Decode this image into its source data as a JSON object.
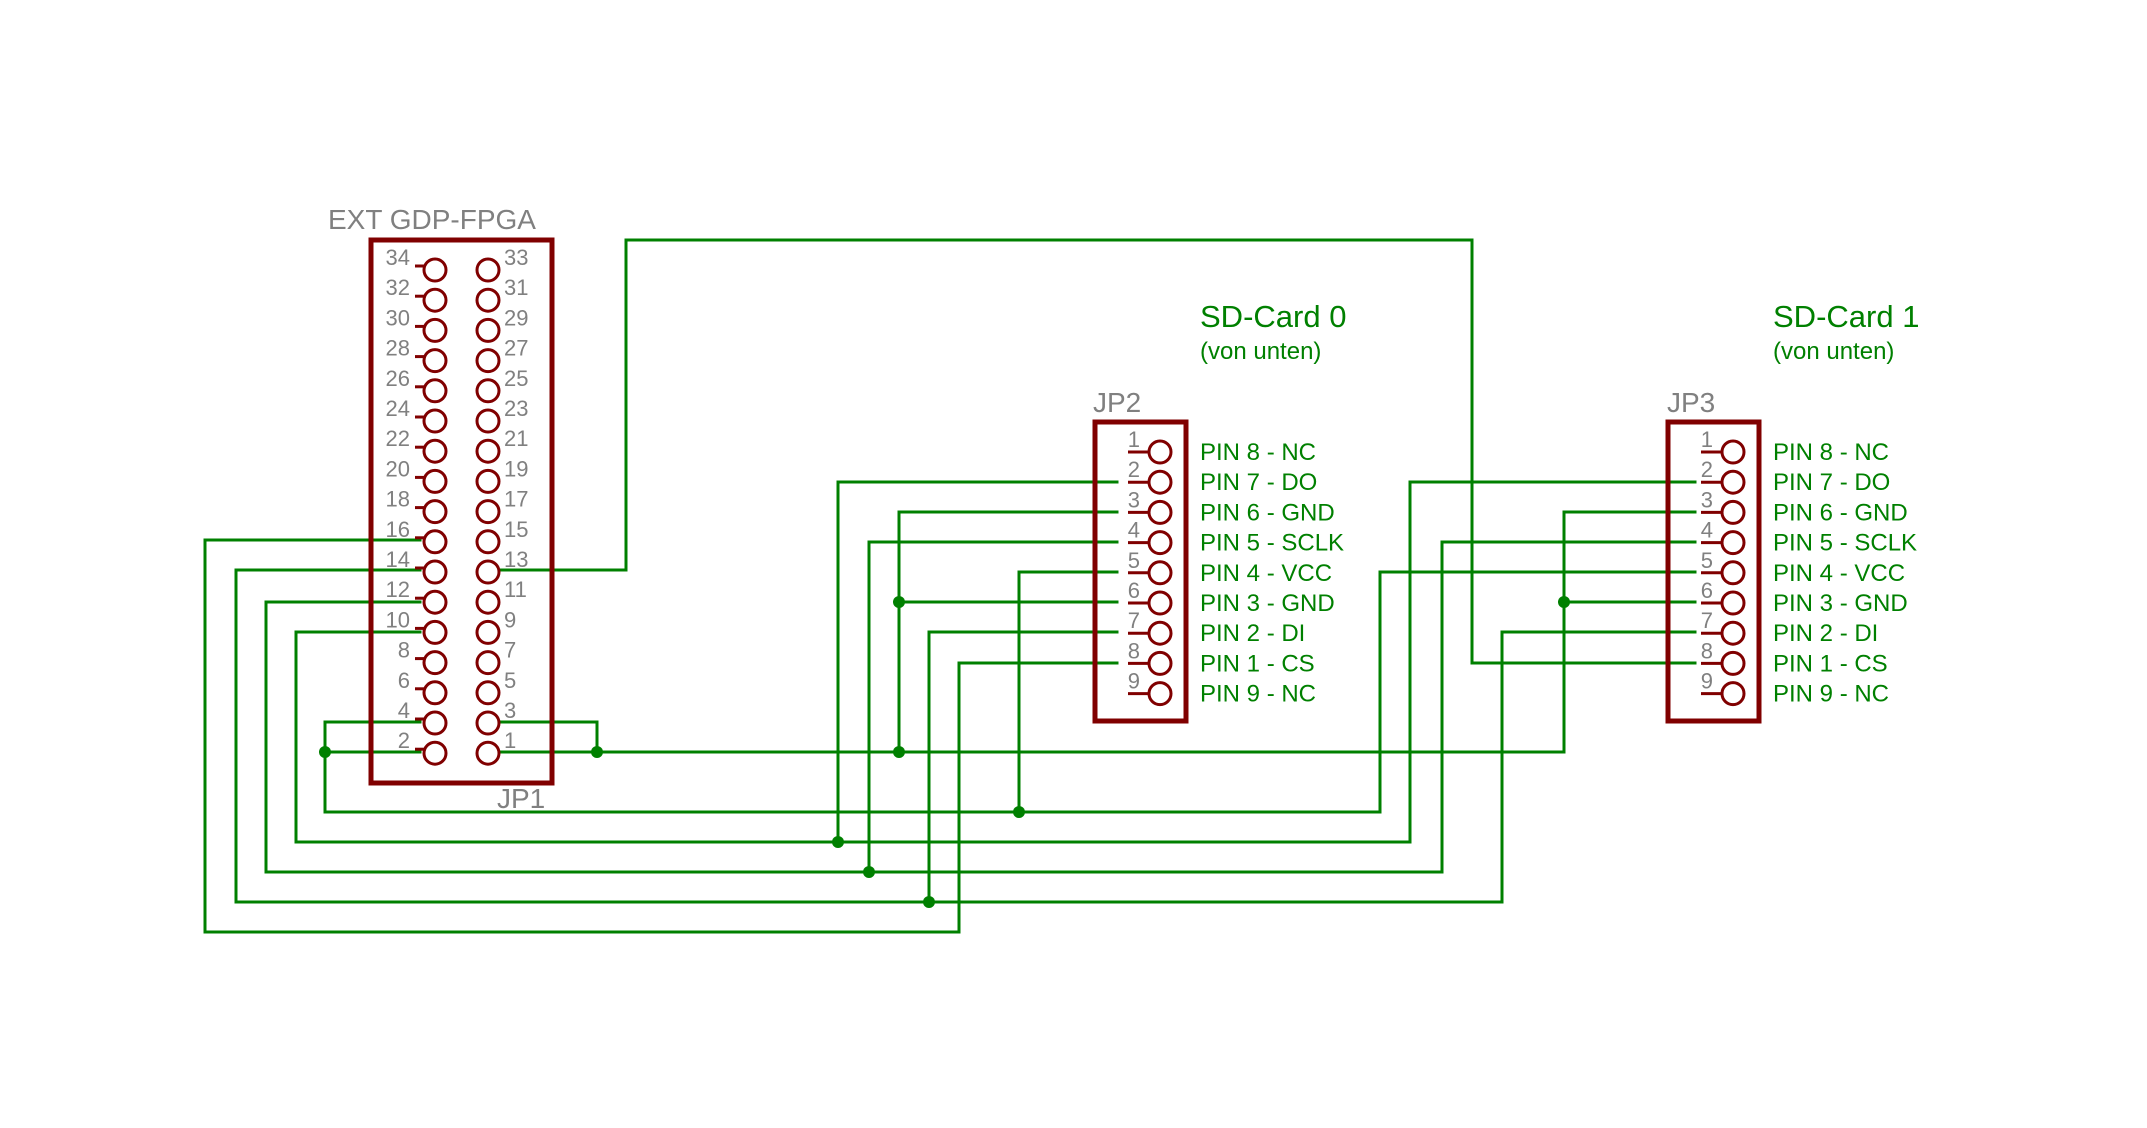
{
  "jp1": {
    "header_name": "EXT GDP-FPGA",
    "ref": "JP1",
    "left_pins": [
      "34",
      "32",
      "30",
      "28",
      "26",
      "24",
      "22",
      "20",
      "18",
      "16",
      "14",
      "12",
      "10",
      "8",
      "6",
      "4",
      "2"
    ],
    "right_pins": [
      "33",
      "31",
      "29",
      "27",
      "25",
      "23",
      "21",
      "19",
      "17",
      "15",
      "13",
      "11",
      "9",
      "7",
      "5",
      "3",
      "1"
    ]
  },
  "jp2": {
    "ref": "JP2",
    "title": "SD-Card 0",
    "subtitle": "(von unten)",
    "pins": [
      "1",
      "2",
      "3",
      "4",
      "5",
      "6",
      "7",
      "8",
      "9"
    ],
    "labels": [
      "PIN 8 - NC",
      "PIN 7 - DO",
      "PIN 6 - GND",
      "PIN 5 - SCLK",
      "PIN 4 - VCC",
      "PIN 3 - GND",
      "PIN 2 - DI",
      "PIN 1 - CS",
      "PIN 9 - NC"
    ]
  },
  "jp3": {
    "ref": "JP3",
    "title": "SD-Card 1",
    "subtitle": "(von unten)",
    "pins": [
      "1",
      "2",
      "3",
      "4",
      "5",
      "6",
      "7",
      "8",
      "9"
    ],
    "labels": [
      "PIN 8 - NC",
      "PIN 7 - DO",
      "PIN 6 - GND",
      "PIN 5 - SCLK",
      "PIN 4 - VCC",
      "PIN 3 - GND",
      "PIN 2 - DI",
      "PIN 1 - CS",
      "PIN 9 - NC"
    ]
  },
  "colors": {
    "wire": "#008000",
    "part_outline": "#800000",
    "part_text": "#808080",
    "net_label": "#008000"
  }
}
